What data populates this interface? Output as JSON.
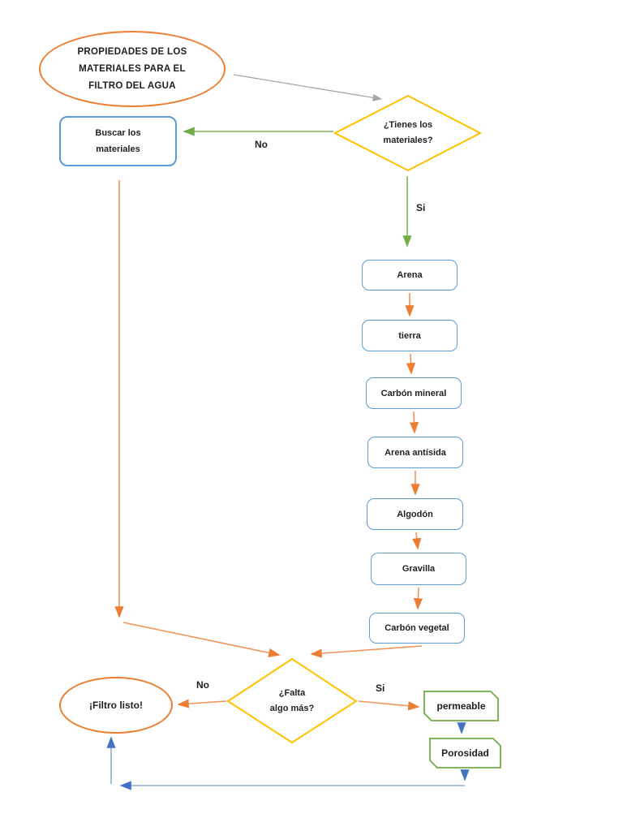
{
  "colors": {
    "orange": "#ED7D31",
    "orange_line": "#F0955A",
    "blue": "#5B9BD5",
    "gold": "#FFC000",
    "green": "#70AD47",
    "green_line": "#7FB75B",
    "blue_head": "#4472C4",
    "blue_line": "#8EAADC",
    "gray": "#A6A6A6",
    "text": "#1F1F1F"
  },
  "nodes": {
    "start": {
      "lines": [
        "PROPIEDADES DE LOS",
        "MATERIALES PARA EL",
        "FILTRO DEL AGUA"
      ]
    },
    "buscar": {
      "lines": [
        "Buscar los",
        "materiales"
      ]
    },
    "tienes": {
      "lines": [
        "¿Tienes los",
        "materiales?"
      ]
    },
    "arena": {
      "label": "Arena"
    },
    "tierra": {
      "label": "tierra"
    },
    "carbon_mineral": {
      "label": "Carbón mineral"
    },
    "arena_antisida": {
      "label": "Arena antísida"
    },
    "algodon": {
      "label": "Algodón"
    },
    "gravilla": {
      "label": "Gravilla"
    },
    "carbon_vegetal": {
      "label": "Carbón vegetal"
    },
    "falta": {
      "lines": [
        "¿Falta",
        "algo más?"
      ]
    },
    "filtro_listo": {
      "label": "¡Filtro listo!"
    },
    "permeable": {
      "label": "permeable"
    },
    "porosidad": {
      "label": "Porosidad"
    }
  },
  "edge_labels": {
    "no_top": "No",
    "si_top": "Si",
    "no_bottom": "No",
    "si_bottom": "Si"
  }
}
